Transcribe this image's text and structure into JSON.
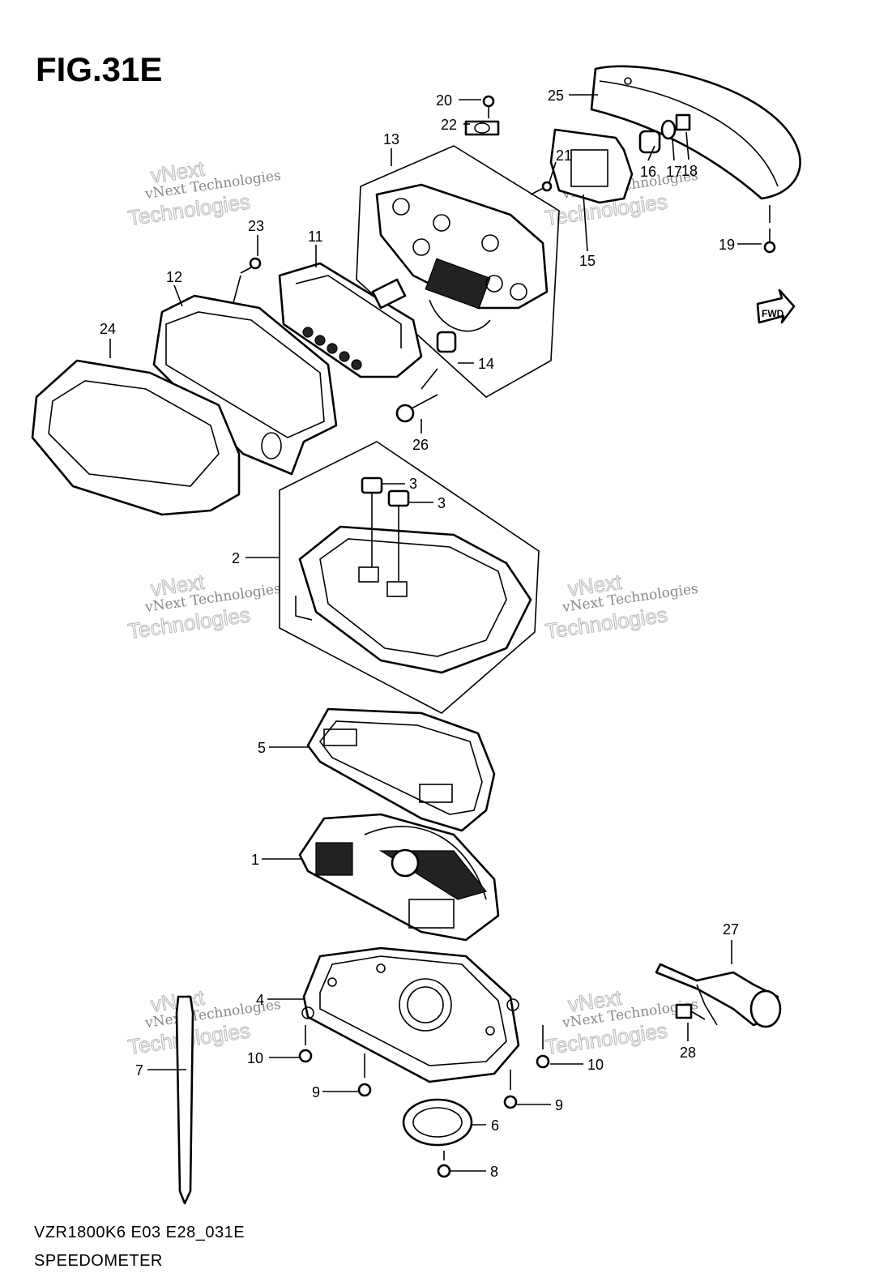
{
  "figure": {
    "title": "FIG.31E",
    "model_code": "VZR1800K6 E03 E28_031E",
    "name": "SPEEDOMETER",
    "direction_badge": "FWD"
  },
  "callouts": [
    "1",
    "2",
    "3",
    "3",
    "4",
    "5",
    "6",
    "7",
    "8",
    "9",
    "9",
    "10",
    "10",
    "11",
    "12",
    "13",
    "14",
    "15",
    "16",
    "17",
    "18",
    "19",
    "20",
    "21",
    "22",
    "23",
    "24",
    "25",
    "26",
    "27",
    "28"
  ],
  "watermark": {
    "line1": "vNext Technologies",
    "line2": "Technologies",
    "line3": "vNext"
  }
}
